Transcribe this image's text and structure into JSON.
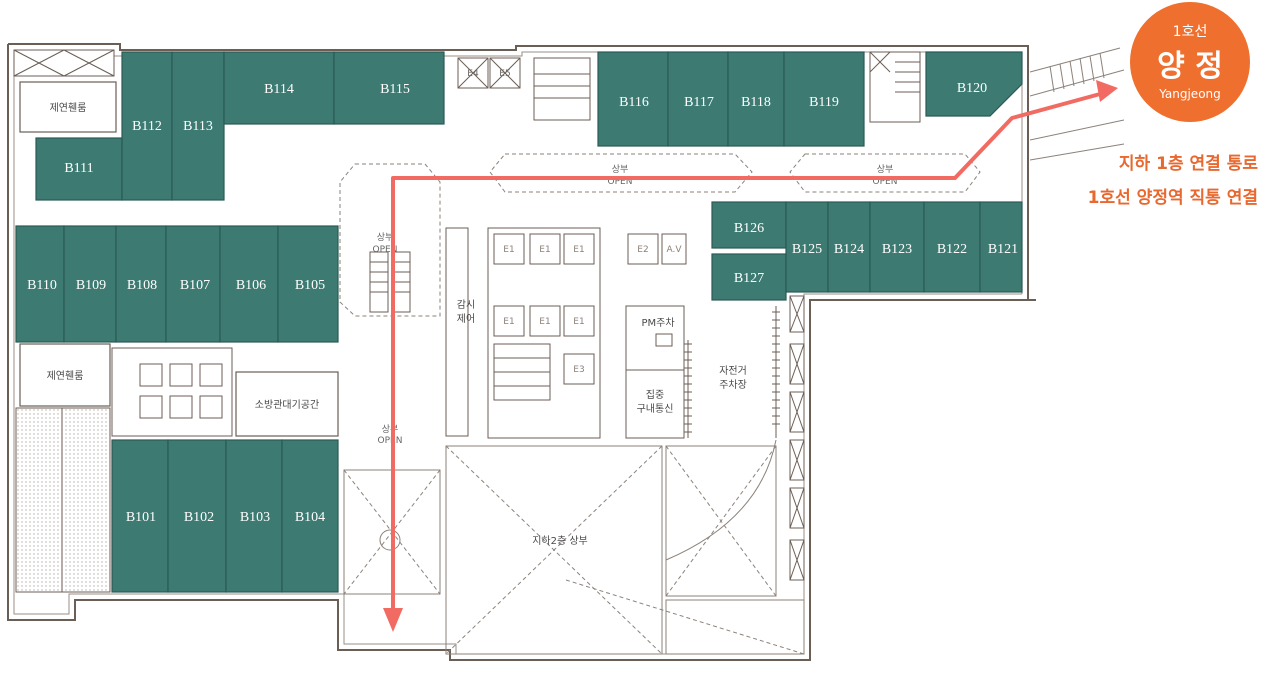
{
  "colors": {
    "unit_fill": "#3c7a72",
    "wall": "#6b5e55",
    "route": "#f26b63",
    "station": "#ef6f2e",
    "caption": "#e8682f"
  },
  "units": [
    {
      "id": "B101",
      "label": "B101"
    },
    {
      "id": "B102",
      "label": "B102"
    },
    {
      "id": "B103",
      "label": "B103"
    },
    {
      "id": "B104",
      "label": "B104"
    },
    {
      "id": "B105",
      "label": "B105"
    },
    {
      "id": "B106",
      "label": "B106"
    },
    {
      "id": "B107",
      "label": "B107"
    },
    {
      "id": "B108",
      "label": "B108"
    },
    {
      "id": "B109",
      "label": "B109"
    },
    {
      "id": "B110",
      "label": "B110"
    },
    {
      "id": "B111",
      "label": "B111"
    },
    {
      "id": "B112",
      "label": "B112"
    },
    {
      "id": "B113",
      "label": "B113"
    },
    {
      "id": "B114",
      "label": "B114"
    },
    {
      "id": "B115",
      "label": "B115"
    },
    {
      "id": "B116",
      "label": "B116"
    },
    {
      "id": "B117",
      "label": "B117"
    },
    {
      "id": "B118",
      "label": "B118"
    },
    {
      "id": "B119",
      "label": "B119"
    },
    {
      "id": "B120",
      "label": "B120"
    },
    {
      "id": "B121",
      "label": "B121"
    },
    {
      "id": "B122",
      "label": "B122"
    },
    {
      "id": "B123",
      "label": "B123"
    },
    {
      "id": "B124",
      "label": "B124"
    },
    {
      "id": "B125",
      "label": "B125"
    },
    {
      "id": "B126",
      "label": "B126"
    },
    {
      "id": "B127",
      "label": "B127"
    }
  ],
  "rooms": {
    "smoke_room": "제연휀룸",
    "fire_storage": "소방관대기공간",
    "monitor": [
      "감시",
      "제어"
    ],
    "pm_parking": "PM주차",
    "central_comm": [
      "집중",
      "구내통신"
    ],
    "bike_parking": [
      "자전거",
      "주차장"
    ],
    "b2_open": "지하2층 상부"
  },
  "openings": {
    "upper": "상부",
    "open": "OPEN"
  },
  "elevators": {
    "e1": "E1",
    "e2": "E2",
    "e3": "E3",
    "e4": "E4",
    "e5": "E5",
    "av": "A.V"
  },
  "station": {
    "line": "1호선",
    "name": "양 정",
    "roman": "Yangjeong"
  },
  "caption": {
    "line1": "지하 1층 연결 통로",
    "line2": "1호선 양정역 직통 연결"
  }
}
